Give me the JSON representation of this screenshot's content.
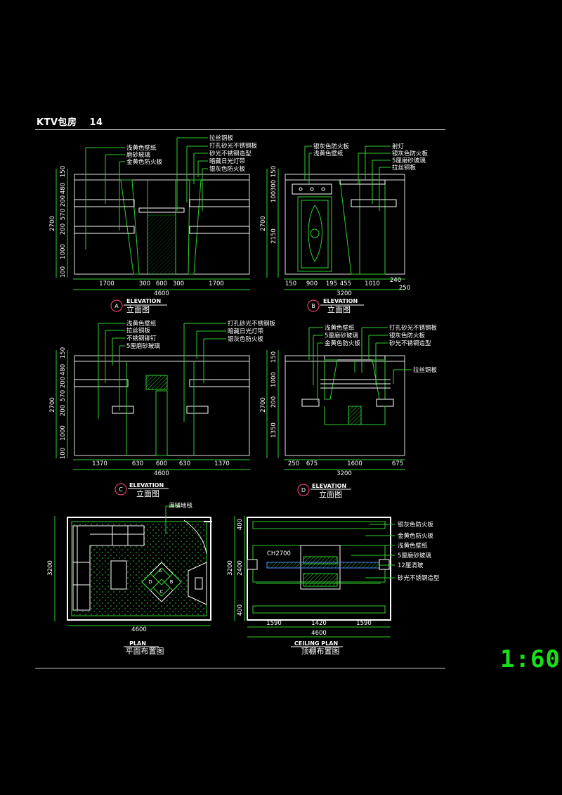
{
  "header": {
    "title": "KTV包房",
    "page_no": "14"
  },
  "scale": "1:60",
  "elevA": {
    "badge": "A",
    "en": "ELEVATION",
    "cn": "立面图",
    "labels_left": [
      "浅黄色壁纸",
      "磨砂玻璃",
      "金黄色防火板"
    ],
    "labels_right": [
      "拉丝铜板",
      "打孔砂光不锈钢板",
      "砂光不锈钢造型",
      "暗藏日光灯带",
      "银灰色防火板"
    ],
    "vdims": [
      "150",
      "480",
      "200",
      "570",
      "200",
      "1000",
      "100"
    ],
    "vtotal": "2700",
    "hdims": [
      "1700",
      "300",
      "600",
      "300",
      "1700"
    ],
    "htotal": "4600"
  },
  "elevB": {
    "badge": "B",
    "en": "ELEVATION",
    "cn": "立面图",
    "labels_left": [
      "银灰色防火板",
      "浅黄色壁纸"
    ],
    "labels_right": [
      "射灯",
      "银灰色防火板",
      "5厘磨砂玻璃",
      "拉丝铜板"
    ],
    "vdims": [
      "150",
      "300",
      "100",
      "2150"
    ],
    "vtotal": "2700",
    "hdims": [
      "150",
      "900",
      "195",
      "455",
      "1010",
      "240",
      "250"
    ],
    "htotal": "3200"
  },
  "elevC": {
    "badge": "C",
    "en": "ELEVATION",
    "cn": "立面图",
    "labels_left": [
      "浅黄色壁纸",
      "拉丝铜板",
      "不锈钢铆钉",
      "5厘磨砂玻璃"
    ],
    "labels_right": [
      "打孔砂光不锈钢板",
      "暗藏日光灯带",
      "银灰色防火板"
    ],
    "vdims": [
      "150",
      "480",
      "200",
      "570",
      "200",
      "1000",
      "100"
    ],
    "vtotal": "2700",
    "hdims": [
      "1370",
      "630",
      "600",
      "630",
      "1370"
    ],
    "htotal": "4600"
  },
  "elevD": {
    "badge": "D",
    "en": "ELEVATION",
    "cn": "立面图",
    "labels_left": [
      "浅黄色壁纸",
      "5厘磨砂玻璃",
      "金黄色防火板"
    ],
    "labels_right": [
      "打孔砂光不锈钢板",
      "银灰色防火板",
      "砂光不锈钢造型",
      "拉丝铜板"
    ],
    "vdims": [
      "150",
      "1000",
      "200",
      "1350"
    ],
    "vtotal": "2700",
    "hdims": [
      "250",
      "675",
      "1600",
      "675"
    ],
    "htotal": "3200"
  },
  "plan": {
    "en": "PLAN",
    "cn": "平面布置图",
    "carpet": "满铺地毯",
    "vdim": "3200",
    "hdim": "4600",
    "rooms": [
      "A",
      "B",
      "C",
      "D"
    ]
  },
  "ceiling": {
    "en": "CEILING PLAN",
    "cn": "顶棚布置图",
    "ch": "CH2700",
    "labels": [
      "银灰色防火板",
      "金黄色防火板",
      "浅黄色壁纸",
      "5厘磨砂玻璃",
      "12厘清玻",
      "砂光不锈钢造型"
    ],
    "vdims": [
      "400",
      "2400",
      "400"
    ],
    "vtotal": "3200",
    "hdims": [
      "1590",
      "1420",
      "1590"
    ],
    "htotal": "4600"
  }
}
